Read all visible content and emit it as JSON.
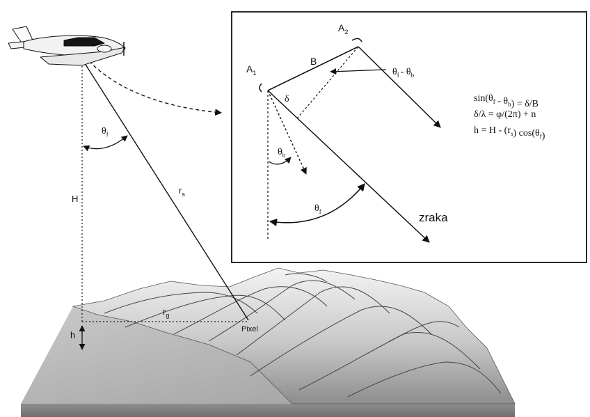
{
  "labels": {
    "height_H": "H",
    "height_h": "h",
    "range_rs": "r",
    "range_rs_sub": "s",
    "range_rg": "r",
    "range_rg_sub": "g",
    "pixel": "Pixel",
    "look_angle": "θ",
    "look_angle_sub": "f"
  },
  "inset": {
    "antenna1": "A",
    "antenna1_sub": "1",
    "antenna2": "A",
    "antenna2_sub": "2",
    "baseline": "B",
    "path_difference": "δ",
    "baseline_angle": "θ",
    "baseline_angle_sub": "b",
    "look_angle": "θ",
    "look_angle_sub": "f",
    "angle_diff_a": "θ",
    "angle_diff_a_sub": "f",
    "angle_diff_minus": "- θ",
    "angle_diff_b_sub": "b",
    "ray_label": "zraka"
  },
  "equations": {
    "line1": "sin(θ_f - θ_b) = δ/B",
    "line2": "δ/λ = φ/(2π) + n",
    "line3": "h = H - (r_s) cos(θ_f)"
  },
  "colors": {
    "line": "#111111",
    "terrain_light": "#f2f2f2",
    "terrain_dark": "#8a8a8a",
    "block_side": "#9a9a9a",
    "block_top": "#b5b5b5"
  }
}
